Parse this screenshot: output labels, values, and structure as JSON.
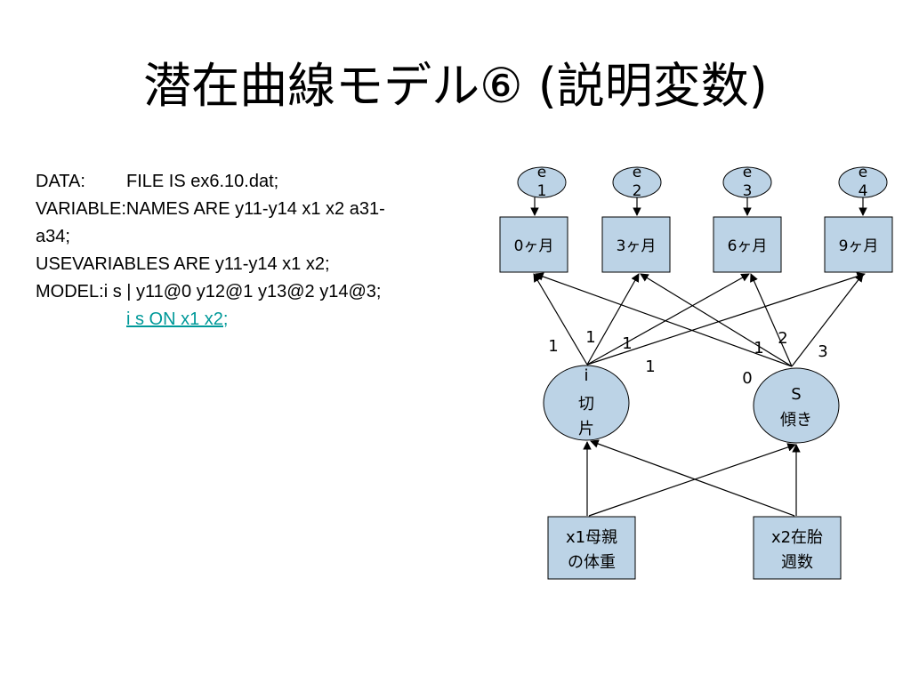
{
  "slide": {
    "title": "潜在曲線モデル⑥ (説明変数)"
  },
  "code": {
    "data_keyword": "DATA:",
    "data_value": "FILE IS ex6.10.dat;",
    "variable_line1": "VARIABLE:NAMES ARE y11-y14 x1 x2 a31-",
    "variable_line2": "a34;",
    "usevariables_line": "USEVARIABLES ARE y11-y14 x1 x2;",
    "model_keyword": "MODEL:",
    "model_value": "i s | y11@0 y12@1 y13@2 y14@3;",
    "model_link": "i s ON x1 x2;"
  },
  "diagram": {
    "errors": [
      {
        "line1": "e",
        "line2": "1"
      },
      {
        "line1": "e",
        "line2": "2"
      },
      {
        "line1": "e",
        "line2": "3"
      },
      {
        "line1": "e",
        "line2": "4"
      }
    ],
    "observed": [
      "0ヶ月",
      "3ヶ月",
      "6ヶ月",
      "9ヶ月"
    ],
    "intercept": {
      "line1": "i",
      "line2": "切",
      "line3": "片"
    },
    "slope": {
      "line1": "S",
      "line2": "傾き"
    },
    "covariates": [
      {
        "line1": "x1母親",
        "line2": "の体重"
      },
      {
        "line1": "x2在胎",
        "line2": "週数"
      }
    ],
    "loadings": {
      "i_to_0": "1",
      "i_to_3": "1",
      "i_to_6": "1",
      "i_to_9": "1",
      "s_to_0": "0",
      "s_to_3": "1",
      "s_to_6": "2",
      "s_to_9": "3"
    }
  }
}
